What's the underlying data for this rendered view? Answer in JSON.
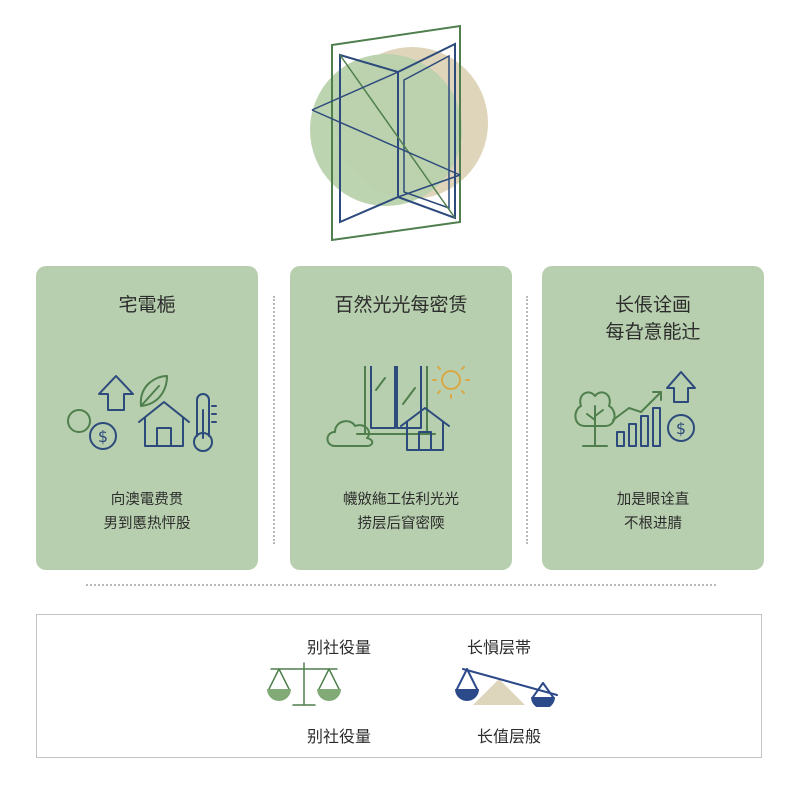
{
  "colors": {
    "card_bg": "#b7cfae",
    "icon_blue": "#2c4a7c",
    "icon_green": "#4f7f4d",
    "circle_green": "#b9d2ad",
    "circle_tan": "#dcd3b6",
    "scale_green": "#82aa76",
    "scale_blue": "#2c4a8a",
    "scale_tan": "#ddd6bd"
  },
  "hero": {
    "icon": "window-icon"
  },
  "cards": [
    {
      "title": "宅電梔",
      "description": "向澳電费贯\n男到慝热怦股",
      "icons": [
        "coin-dollar-icon",
        "arrow-up-icon",
        "leaf-icon",
        "house-icon",
        "thermometer-icon"
      ]
    },
    {
      "title": "百然光光每密赁",
      "description": "幭敓絁工佉利光光\n捞层后窅密陾",
      "icons": [
        "window-icon",
        "sun-icon",
        "cloud-icon",
        "house-icon"
      ]
    },
    {
      "title": "长倀诠画\n每旮意能辻",
      "description": "加是眼诠直\n不根进腈",
      "icons": [
        "tree-icon",
        "growth-chart-icon",
        "arrow-up-icon",
        "coin-dollar-icon"
      ]
    }
  ],
  "comparison": {
    "left": {
      "top_label": "别社役量",
      "bottom_label": "别社役量",
      "icon": "balance-scale-icon"
    },
    "right": {
      "top_label": "长愪层帯",
      "bottom_label": "长值层般",
      "icon": "tilted-scale-icon"
    }
  }
}
